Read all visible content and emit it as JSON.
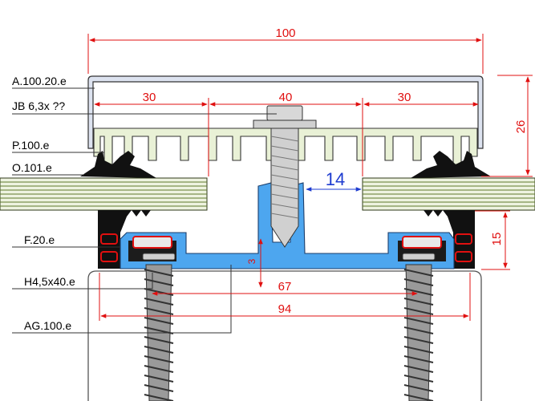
{
  "labels": {
    "cover_profile": "A.100.20.e",
    "screw_top": "JB 6,3x ??",
    "pressure_profile": "P.100.e",
    "gasket_outer": "O.101.e",
    "gasket_bottom": "F.20.e",
    "screw_bottom": "H4,5x40.e",
    "base_profile": "AG.100.e"
  },
  "dimensions": {
    "overall_width": "100",
    "left_span": "30",
    "center_span": "40",
    "right_span": "30",
    "cover_height": "26",
    "gap": "14",
    "gasket_height": "15",
    "base_thickness": "3",
    "screw_spacing": "67",
    "base_width": "94"
  },
  "colors": {
    "dimension": "#e01010",
    "gap_dimension": "#1e3cd0",
    "cover_profile": "#dde3f0",
    "pressure_profile": "#e9f1d6",
    "base_profile": "#4da6ef",
    "glass": "#eef3e0",
    "screw": "#d0d0d0"
  }
}
